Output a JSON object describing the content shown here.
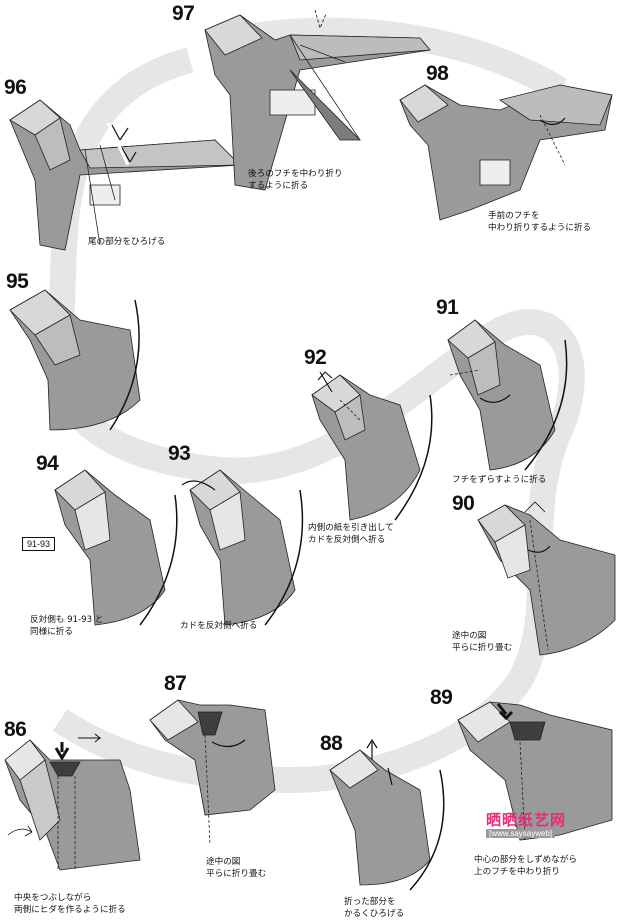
{
  "steps": [
    {
      "num": "97",
      "caption": [
        "後ろのフチを中わり折り",
        "するように折る"
      ]
    },
    {
      "num": "96",
      "caption": [
        "尾の部分をひろげる"
      ]
    },
    {
      "num": "98",
      "caption": [
        "手前のフチを",
        "中わり折りするように折る"
      ]
    },
    {
      "num": "95",
      "caption": []
    },
    {
      "num": "92",
      "caption": [
        "内側の紙を引き出して",
        "カドを反対側へ折る"
      ]
    },
    {
      "num": "91",
      "caption": [
        "フチをずらすように折る"
      ]
    },
    {
      "num": "94",
      "caption": [
        "反対側も 91-93 と",
        "同様に折る"
      ]
    },
    {
      "num": "93",
      "caption": [
        "カドを反対側へ折る"
      ]
    },
    {
      "num": "90",
      "caption": [
        "途中の図",
        "平らに折り畳む"
      ]
    },
    {
      "num": "87",
      "caption": [
        "途中の図",
        "平らに折り畳む"
      ]
    },
    {
      "num": "86",
      "caption": [
        "中央をつぶしながら",
        "両側にヒダを作るように折る"
      ]
    },
    {
      "num": "88",
      "caption": [
        "折った部分を",
        "かるくひろげる"
      ]
    },
    {
      "num": "89",
      "caption": [
        "中心の部分をしずめながら",
        "上のフチを中わり折り"
      ]
    }
  ],
  "ref_box": "91-93",
  "watermark": {
    "text": "晒晒纸艺网",
    "url": "[www.saysayweb]"
  },
  "colors": {
    "paper_gray": "#8c8c8c",
    "paper_light": "#c9c9c9",
    "paper_dark": "#5a5a5a",
    "band": "#e4e4e4",
    "watermark": "#e0307a"
  }
}
